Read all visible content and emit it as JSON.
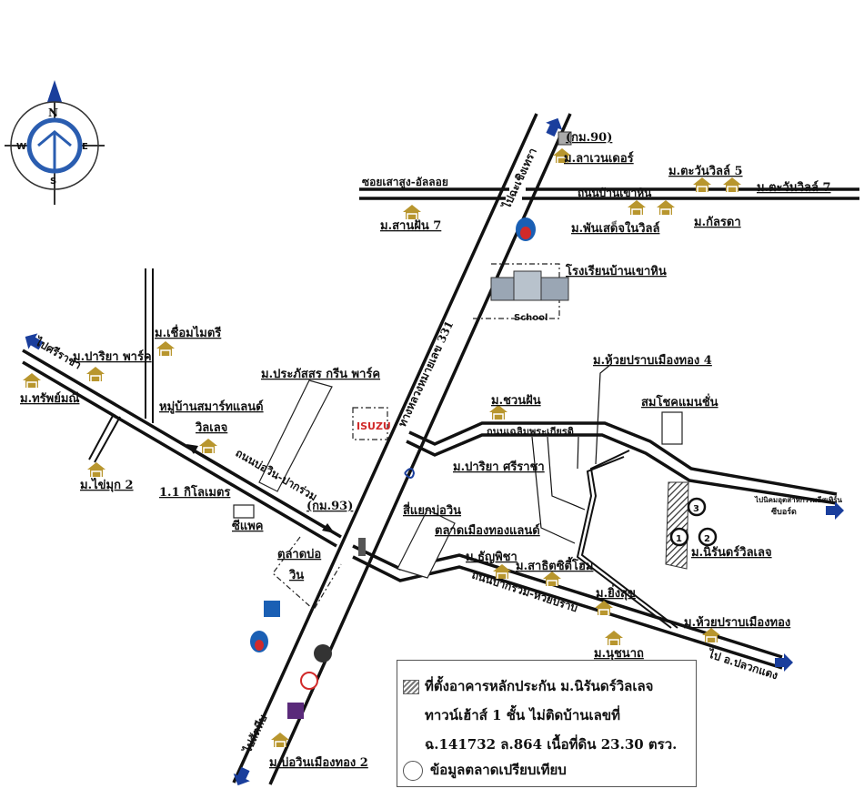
{
  "compass": {
    "n": "N",
    "s": "S",
    "e": "E",
    "w": "W"
  },
  "roads": {
    "highway": "ทางหลวงหมายเลข 331",
    "to_chachoengsao": "ไปฉะเชิงเทรา",
    "to_sattahip": "ไปสัตหีบ",
    "to_sriracha": "ไปศรีราชา",
    "to_pluak_daeng": "ไป อ.ปลวกแดง",
    "to_eastern_seaboard": "ไปนิคมอุตสาหกรรมอีสเทิร์น",
    "eastern_seaboard_2": "ซีบอร์ด",
    "soi_saosung": "ซอยเสาสูง-อัลลอย",
    "ban_khao_hin": "ถนนบ้านเขาหิน",
    "bowin_pakruam": "ถนนบ่อวิน-ปากร่วม",
    "chaloem": "ถนนเฉลิมพระเกียรติ",
    "pakruam_huaipap": "ถนนปากร่วม-ห้วยปราบ",
    "distance": "1.1 กิโลเมตร"
  },
  "places": {
    "km90": "(กม.90)",
    "lavender": "ม.ลาเวนเดอร์",
    "tawan5": "ม.ตะวันวิลล์ 5",
    "tawan7": "ม.ตะวันวิลล์ 7",
    "sanfan7": "ม.สานฝัน 7",
    "phansed": "ม.พันเสด็จในวิลล์",
    "kanlada": "ม.กัลรดา",
    "school_th": "โรงเรียนบ้านเขาหิน",
    "school_en": "School",
    "chuemmaitri": "ม.เชื่อมไมตรี",
    "pariya_park": "ม.ปาริยา พาร์ค",
    "supmanee": "ม.ทรัพย์มณี",
    "smartland": "หมู่บ้านสมาร์ทแลนด์",
    "smartland2": "วิลเลจ",
    "prapassorn": "ม.ประภัสสร กรีน พาร์ค",
    "khaimuk2": "ม.ไข่มุก 2",
    "cpac": "ซีแพค",
    "km93": "(กม.93)",
    "talat_bowin": "ตลาดบ่อ",
    "talat_bowin2": "วิน",
    "isuzu": "ISUZU",
    "huaipap4": "ม.ห้วยปราบเมืองทอง 4",
    "chuanfan": "ม.ชวนฝัน",
    "somchok": "สมโชคแมนชั่น",
    "pariya_sriracha": "ม.ปาริยา ศรีราชา",
    "bowin_junction": "สี่แยกบ่อวิน",
    "muangthong_land": "ตลาดเมืองทองแลนด์",
    "thanpicha": "ม.ธัญพิชา",
    "sathit": "ม.สาธิตซิตี้โฮม",
    "yingsuk": "ม.ยิ่งสุข",
    "nirun": "ม.นิรันดร์วิลเลจ",
    "huaipap": "ม.ห้วยปราบเมืองทอง",
    "nuchanat": "ม.นุชนาถ",
    "bowin_muangthong2": "ม.บ่อวินเมืองทอง 2"
  },
  "markers": [
    "1",
    "2",
    "3"
  ],
  "legend": {
    "line1": "ที่ตั้งอาคารหลักประกัน ม.นิรันดร์วิลเลจ",
    "line2": "ทาวน์เฮ้าส์ 1 ชั้น ไม่ติดบ้านเลขที่",
    "line3": "ฉ.141732 ล.864 เนื้อที่ดิน 23.30 ตรว.",
    "line4": "ข้อมูลตลาดเปรียบเทียบ"
  },
  "colors": {
    "arrow": "#1a3e9c",
    "house": "#b8962e",
    "isuzu": "#d12a2a"
  }
}
